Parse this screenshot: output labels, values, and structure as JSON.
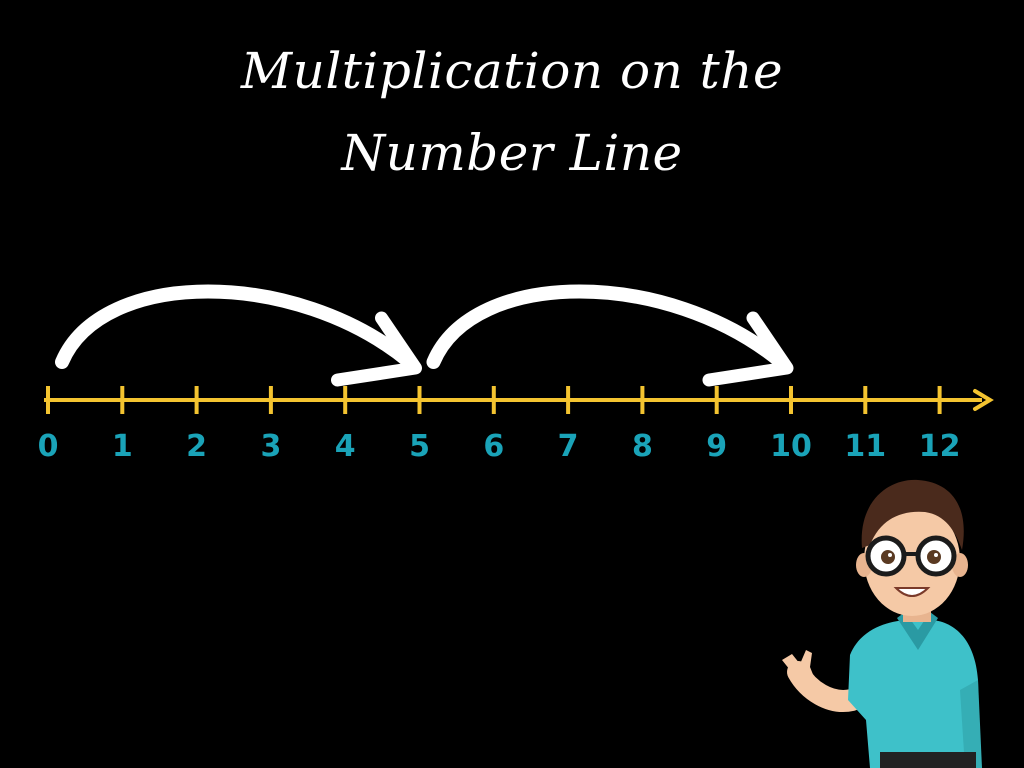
{
  "title": {
    "line1": "Multiplication on the",
    "line2": "Number Line"
  },
  "number_line": {
    "labels": [
      "0",
      "1",
      "2",
      "3",
      "4",
      "5",
      "6",
      "7",
      "8",
      "9",
      "10",
      "11",
      "12"
    ],
    "jumps": [
      {
        "from": 0,
        "to": 5
      },
      {
        "from": 5,
        "to": 10
      }
    ]
  },
  "colors": {
    "background": "#000000",
    "title": "#ffffff",
    "axis": "#f4c430",
    "labels": "#1aa3b8",
    "arrows": "#ffffff",
    "shirt": "#3ec1c9",
    "hair": "#4a2a1c",
    "skin": "#f5c9a6"
  },
  "icons": [
    "teacher-character-icon",
    "curved-jump-arrow-icon"
  ]
}
